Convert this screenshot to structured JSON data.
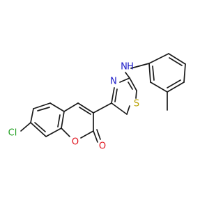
{
  "colors": {
    "carbon": "#1a1a1a",
    "nitrogen": "#1c1cc8",
    "oxygen": "#e0141e",
    "sulfur": "#b8a000",
    "chlorine": "#22a022"
  },
  "atoms": {
    "cl": "Cl",
    "n_ring": "N",
    "nh": "N",
    "h": "H",
    "s": "S",
    "o_ring": "O",
    "o_carbonyl": "O"
  }
}
